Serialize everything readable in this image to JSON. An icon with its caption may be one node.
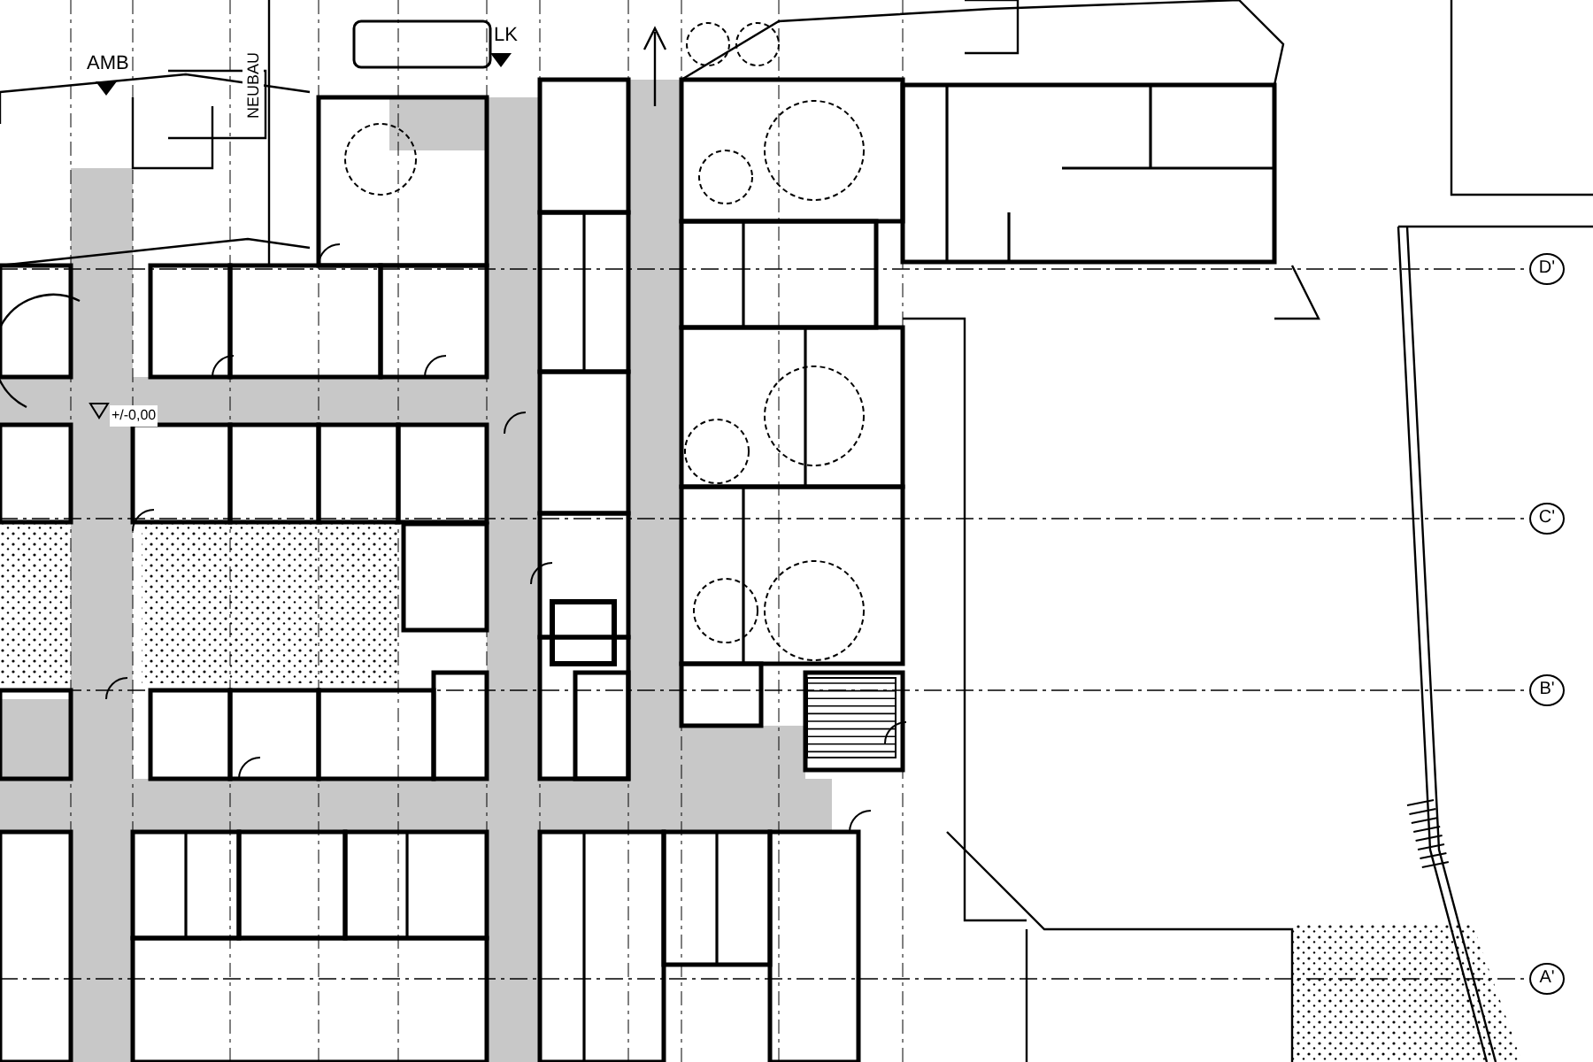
{
  "diagram": {
    "labels": [
      "LK",
      "AMB",
      "NEUBAU",
      "D'",
      "+/-0,00",
      "C'",
      "B'",
      "A'"
    ]
  }
}
